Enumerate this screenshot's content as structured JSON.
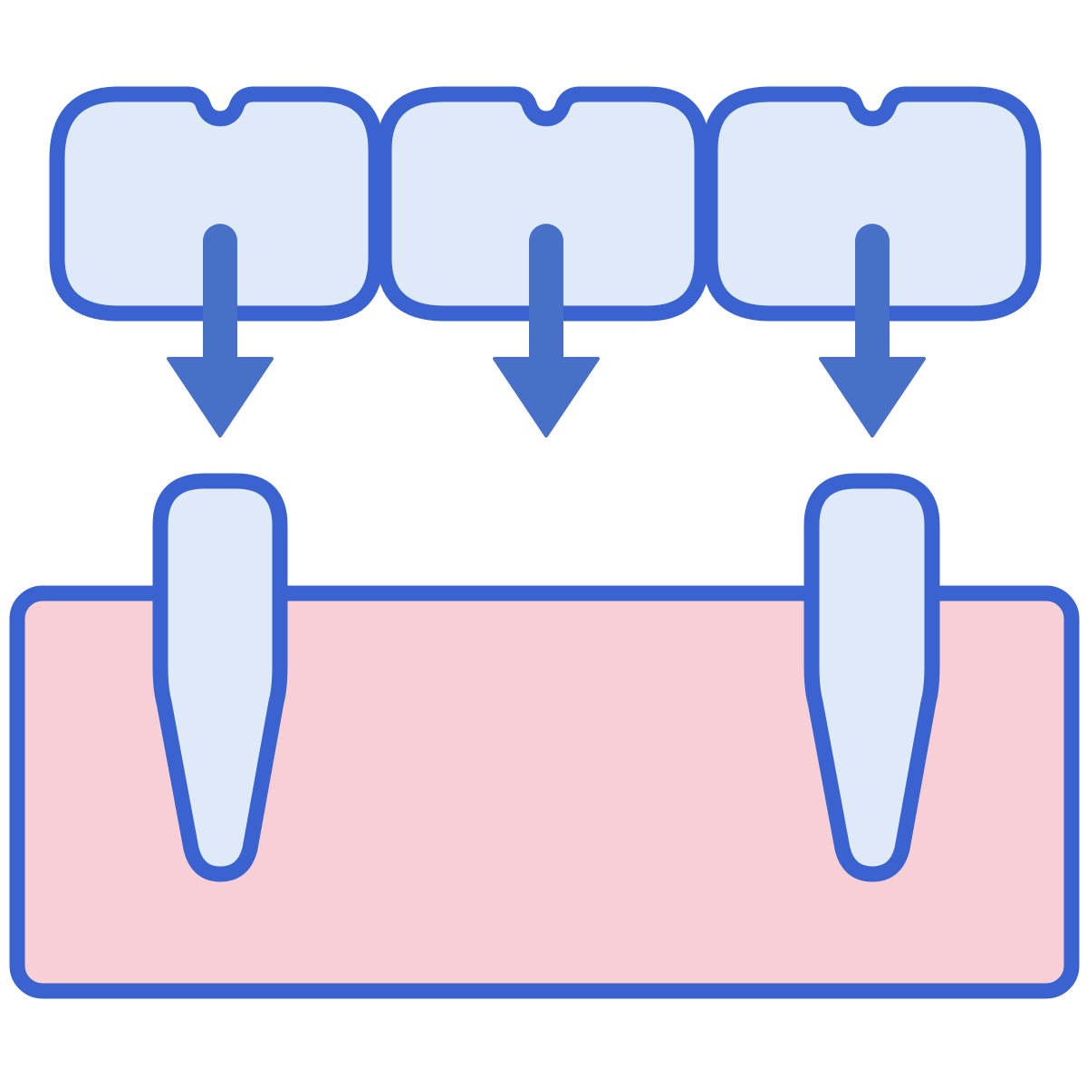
{
  "illustration": {
    "subject": "dental-bridge-icon",
    "colors": {
      "outline": "#3a63d0",
      "arrow": "#4870c8",
      "tooth_fill": "#dfeaf9",
      "gum_fill": "#f8cfd4",
      "background": "#ffffff"
    },
    "crowns": [
      {
        "id": "crown-1"
      },
      {
        "id": "crown-2"
      },
      {
        "id": "crown-3"
      }
    ],
    "arrows": [
      {
        "id": "arrow-1",
        "direction": "down"
      },
      {
        "id": "arrow-2",
        "direction": "down"
      },
      {
        "id": "arrow-3",
        "direction": "down"
      }
    ],
    "implants": [
      {
        "id": "implant-left"
      },
      {
        "id": "implant-right"
      }
    ]
  }
}
